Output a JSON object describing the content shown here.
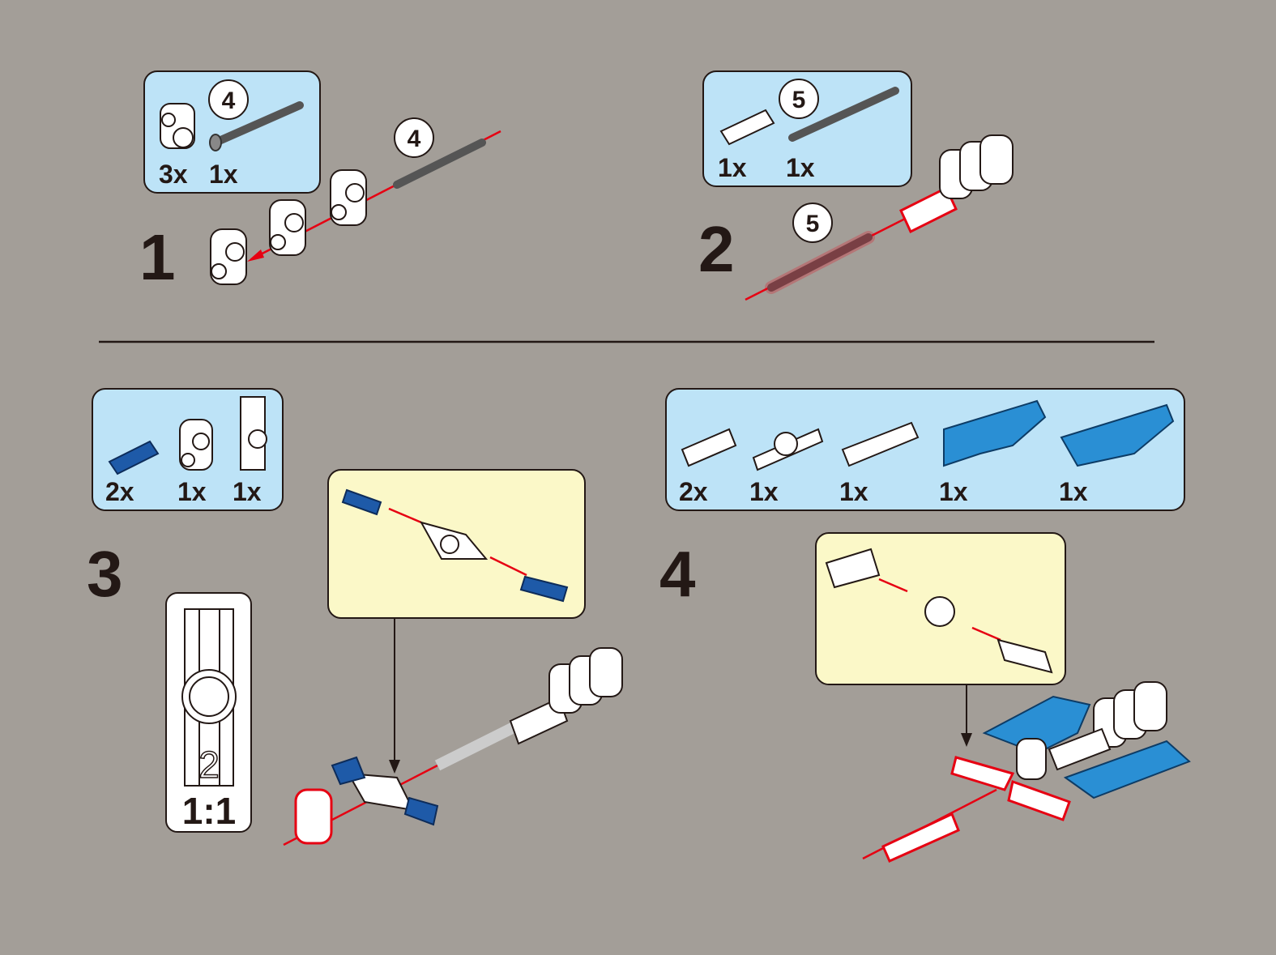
{
  "colors": {
    "background": "#a39e98",
    "parts_box": "#bde3f7",
    "callout": "#fbf8c8",
    "arrow": "#e60012"
  },
  "steps": [
    {
      "number": "1",
      "parts": [
        {
          "qty": "3x",
          "icon": "axle-pin-connector"
        },
        {
          "qty": "1x",
          "icon": "axle-4-with-stop",
          "length": "4"
        }
      ],
      "axle_length_callout": "4"
    },
    {
      "number": "2",
      "parts": [
        {
          "qty": "1x",
          "icon": "axle-connector"
        },
        {
          "qty": "1x",
          "icon": "axle-5",
          "length": "5"
        }
      ],
      "axle_length_callout": "5"
    },
    {
      "number": "3",
      "parts": [
        {
          "qty": "2x",
          "icon": "blue-pin-with-axle"
        },
        {
          "qty": "1x",
          "icon": "axle-pin-connector"
        },
        {
          "qty": "1x",
          "icon": "cross-block-2"
        }
      ],
      "scale_label": "1:1",
      "scale_part_number": "2"
    },
    {
      "number": "4",
      "parts": [
        {
          "qty": "2x",
          "icon": "axle-connector"
        },
        {
          "qty": "1x",
          "icon": "cross-connector"
        },
        {
          "qty": "1x",
          "icon": "axle-joiner"
        },
        {
          "qty": "1x",
          "icon": "blue-panel-left"
        },
        {
          "qty": "1x",
          "icon": "blue-panel-right"
        }
      ]
    }
  ]
}
